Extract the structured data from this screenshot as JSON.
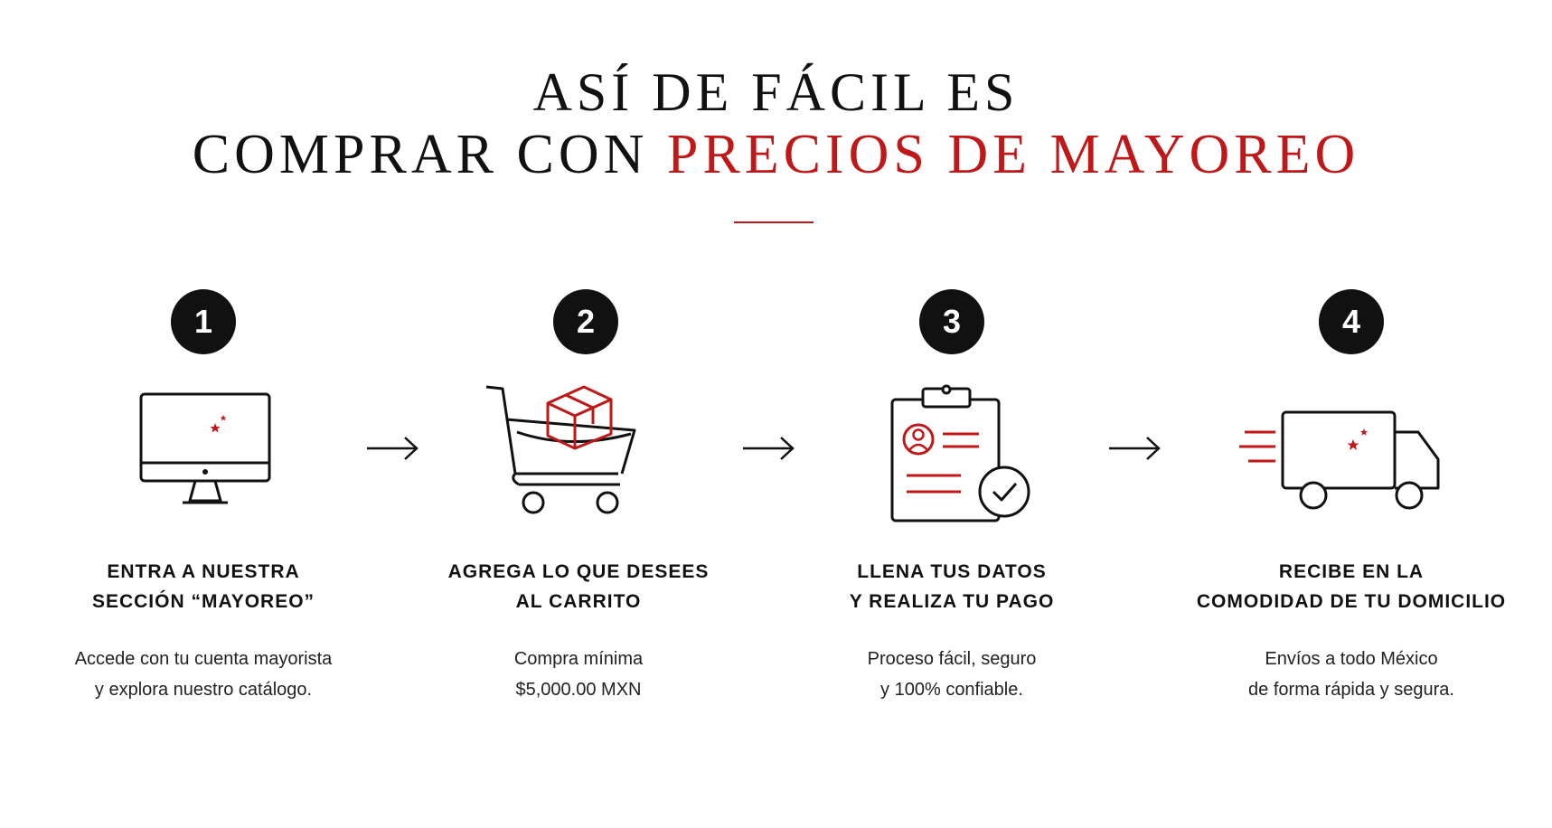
{
  "header": {
    "title_line1": "ASÍ DE FÁCIL ES",
    "title_line2_prefix": "COMPRAR CON ",
    "title_line2_accent": "PRECIOS DE MAYOREO"
  },
  "colors": {
    "accent": "#c01818",
    "ink": "#111111",
    "background": "#ffffff"
  },
  "steps": [
    {
      "number": "1",
      "icon": "monitor-crescent-icon",
      "title_line1": "ENTRA A NUESTRA",
      "title_line2": "SECCIÓN “MAYOREO”",
      "desc_line1": "Accede con tu cuenta mayorista",
      "desc_line2": "y explora nuestro catálogo."
    },
    {
      "number": "2",
      "icon": "shopping-cart-box-icon",
      "title_line1": "AGREGA LO QUE DESEES",
      "title_line2": "AL CARRITO",
      "desc_line1": "Compra mínima",
      "desc_line2": "$5,000.00 MXN"
    },
    {
      "number": "3",
      "icon": "clipboard-check-icon",
      "title_line1": "LLENA TUS DATOS",
      "title_line2": "Y REALIZA TU PAGO",
      "desc_line1": "Proceso fácil, seguro",
      "desc_line2": "y 100% confiable."
    },
    {
      "number": "4",
      "icon": "delivery-truck-icon",
      "title_line1": "RECIBE EN LA",
      "title_line2": "COMODIDAD DE TU DOMICILIO",
      "desc_line1": "Envíos a todo México",
      "desc_line2": "de forma rápida y segura."
    }
  ]
}
